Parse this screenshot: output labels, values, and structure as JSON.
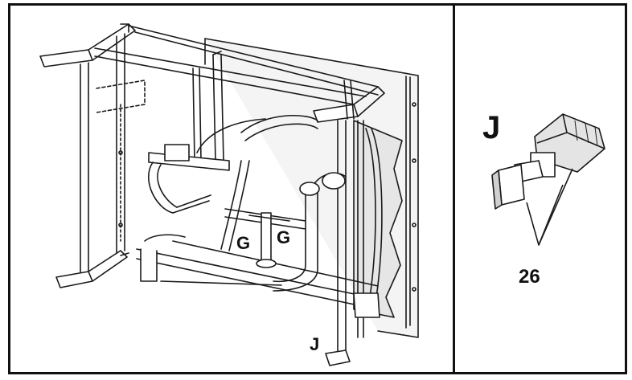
{
  "labels": {
    "g_left": "G",
    "g_right": "G",
    "j_main": "J",
    "j_detail": "J",
    "part_number": "26"
  },
  "colors": {
    "line": "#1a1a1a",
    "shade": "#d9d9d9",
    "panel": "#f2f2f2",
    "background": "#ffffff"
  }
}
